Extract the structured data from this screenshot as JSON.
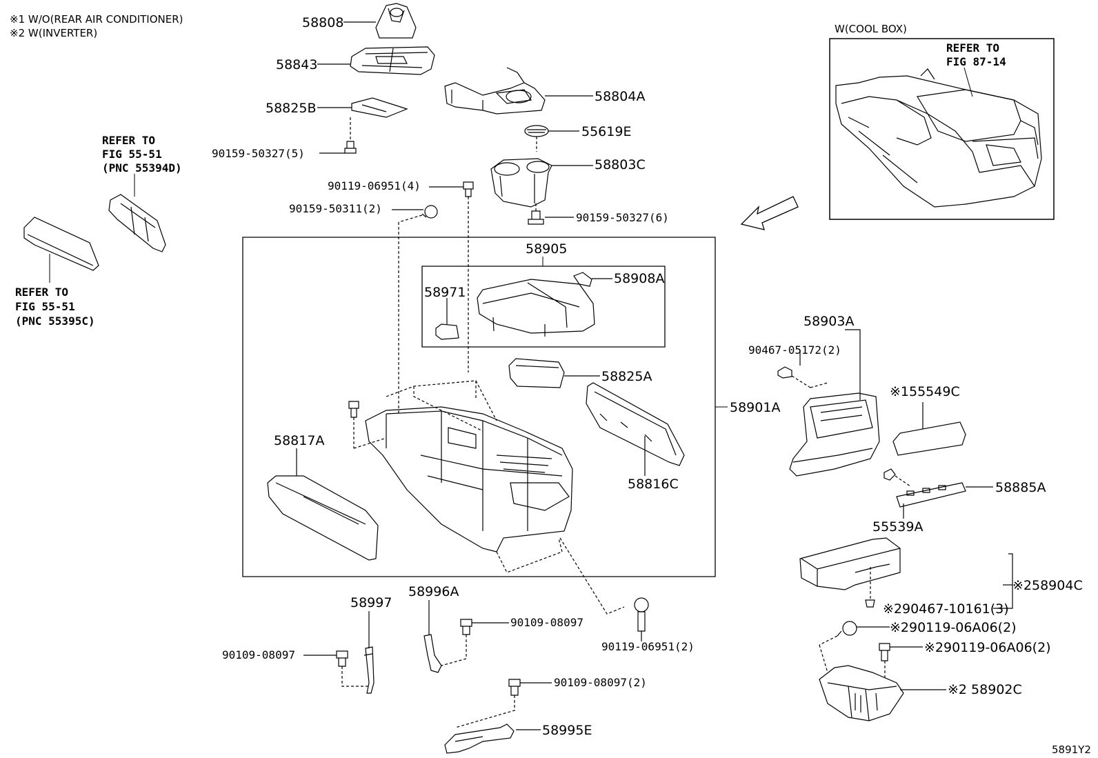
{
  "notes": {
    "n1": "※1 W/O(REAR AIR CONDITIONER)",
    "n2": "※2 W(INVERTER)"
  },
  "inset": {
    "title": "W(COOL BOX)",
    "refer_line1": "REFER TO",
    "refer_line2": "FIG 87-14"
  },
  "refer_left_top": {
    "line1": "REFER TO",
    "line2": "FIG 55-51",
    "line3": "(PNC 55394D)"
  },
  "refer_left_bottom": {
    "line1": "REFER TO",
    "line2": "FIG 55-51",
    "line3": "(PNC 55395C)"
  },
  "parts": {
    "p58808": "58808",
    "p58843": "58843",
    "p58804A": "58804A",
    "p58825B": "58825B",
    "p90159_5": "90159-50327(5)",
    "p55619E": "55619E",
    "p58803C": "58803C",
    "p90119_4": "90119-06951(4)",
    "p90159_2": "90159-50311(2)",
    "p90159_6": "90159-50327(6)",
    "p58905": "58905",
    "p58908A": "58908A",
    "p58971": "58971",
    "p58825A": "58825A",
    "p58901A": "58901A",
    "p58817A": "58817A",
    "p58816C": "58816C",
    "p58903A": "58903A",
    "p90467_2": "90467-05172(2)",
    "p55549C": "※155549C",
    "p58885A": "58885A",
    "p55539A": "55539A",
    "p58904C": "※258904C",
    "p90467_3": "※290467-10161(3)",
    "p90119A06a": "※290119-06A06(2)",
    "p90119A06b": "※290119-06A06(2)",
    "p58902C": "※2 58902C",
    "p58997": "58997",
    "p58996A": "58996A",
    "p90109a": "90109-08097",
    "p90109b": "90109-08097",
    "p90109c": "90109-08097(2)",
    "p90119_2": "90119-06951(2)",
    "p58995E": "58995E"
  },
  "diagram_code": "5891Y2"
}
